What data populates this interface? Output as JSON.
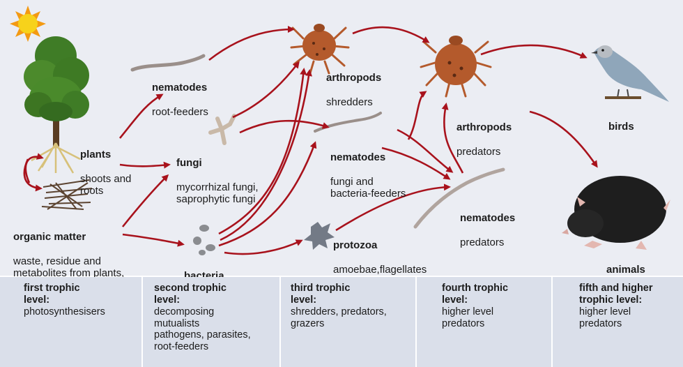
{
  "organisms": {
    "plants": {
      "name": "plants",
      "detail": "shoots and\nroots"
    },
    "organic_matter": {
      "name": "organic matter",
      "detail": "waste, residue and\nmetabolites from plants,\nanimals and microbes."
    },
    "nematodes_root": {
      "name": "nematodes",
      "detail": "root-feeders"
    },
    "fungi": {
      "name": "fungi",
      "detail": "mycorrhizal fungi,\nsaprophytic fungi"
    },
    "bacteria": {
      "name": "bacteria",
      "detail": ""
    },
    "arthropods_shredders": {
      "name": "arthropods",
      "detail": "shredders"
    },
    "nematodes_fungi": {
      "name": "nematodes",
      "detail": "fungi and\nbacteria-feeders"
    },
    "protozoa": {
      "name": "protozoa",
      "detail": "amoebae,flagellates\nand ciliates"
    },
    "arthropods_predators": {
      "name": "arthropods",
      "detail": "predators"
    },
    "nematodes_predators": {
      "name": "nematodes",
      "detail": "predators"
    },
    "birds": {
      "name": "birds",
      "detail": ""
    },
    "animals": {
      "name": "animals",
      "detail": ""
    }
  },
  "levels": [
    {
      "title": "first trophic\nlevel:",
      "detail": "photosynthesisers"
    },
    {
      "title": "second trophic\nlevel:",
      "detail": "decomposing\nmutualists\npathogens, parasites,\nroot-feeders"
    },
    {
      "title": "third trophic\nlevel:",
      "detail": "shredders, predators,\ngrazers"
    },
    {
      "title": "fourth trophic\nlevel:",
      "detail": "higher level\npredators"
    },
    {
      "title": "fifth and higher\ntrophic level:",
      "detail": "higher level\npredators"
    }
  ],
  "colors": {
    "arrow": "#a8121c",
    "panel": "#ebedf3",
    "level_box": "#dadfea",
    "mite": "#b45a2c",
    "mole": "#1e1e1e",
    "sun": "#f7c51b"
  }
}
